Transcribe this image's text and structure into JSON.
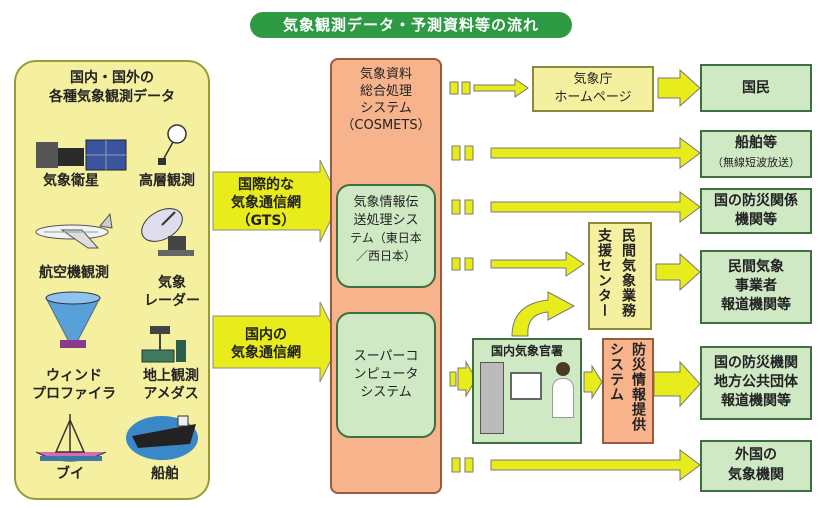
{
  "title": "気象観測データ・予測資料等の流れ",
  "left_panel": {
    "heading_line1": "国内・国外の",
    "heading_line2": "各種気象観測データ",
    "items": {
      "satellite": "気象衛星",
      "upper_air": "高層観測",
      "aircraft": "航空機観測",
      "radar_line1": "気象",
      "radar_line2": "レーダー",
      "profiler_line1": "ウィンド",
      "profiler_line2": "プロファイラ",
      "amedas_line1": "地上観測",
      "amedas_line2": "アメダス",
      "buoy": "ブイ",
      "ship": "船舶"
    }
  },
  "networks": {
    "gts_line1": "国際的な",
    "gts_line2": "気象通信網",
    "gts_line3": "（GTS）",
    "domestic_line1": "国内の",
    "domestic_line2": "気象通信網"
  },
  "cosmets": {
    "line1": "気象資料",
    "line2": "総合処理",
    "line3": "システム",
    "line4": "（COSMETS）",
    "transmission_line1": "気象情報伝",
    "transmission_line2": "送処理シス",
    "transmission_line3": "テム（東日本",
    "transmission_line4": "／西日本）",
    "super_line1": "スーパーコ",
    "super_line2": "ンピュータ",
    "super_line3": "システム"
  },
  "homepage": {
    "line1": "気象庁",
    "line2": "ホームページ"
  },
  "support_center": {
    "line1": "民間気象業務",
    "line2": "支援センター"
  },
  "local_offices": "国内気象官署",
  "disaster_system": {
    "line1": "防災情報提供",
    "line2": "システム"
  },
  "recipients": {
    "public": "国民",
    "ships_line1": "船舶等",
    "ships_line2": "（無線短波放送）",
    "disaster_orgs_line1": "国の防災関係",
    "disaster_orgs_line2": "機関等",
    "private_line1": "民間気象",
    "private_line2": "事業者",
    "private_line3": "報道機関等",
    "gov_line1": "国の防災機関",
    "gov_line2": "地方公共団体",
    "gov_line3": "報道機関等",
    "foreign_line1": "外国の",
    "foreign_line2": "気象機関"
  },
  "colors": {
    "title_bg": "#2f9a44",
    "panel_yellow": "#f5f0a0",
    "box_green": "#cfe9c5",
    "cosmets_salmon": "#f7b48c",
    "arrow_yellow": "#e8ec1a"
  }
}
